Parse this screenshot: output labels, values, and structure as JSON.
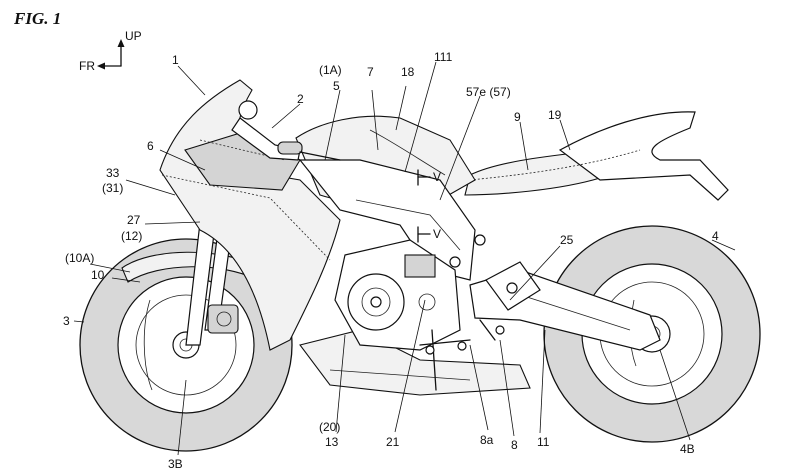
{
  "figure": {
    "title": "FIG. 1",
    "dir_up": "UP",
    "dir_fr": "FR"
  },
  "labels": {
    "l1": "1",
    "l2": "2",
    "l1A": "(1A)",
    "l5": "5",
    "l7": "7",
    "l18": "18",
    "l111": "111",
    "l57e": "57e (57)",
    "l9": "9",
    "l19": "19",
    "l6": "6",
    "l33": "33",
    "l31": "(31)",
    "lV1": "V",
    "lV2": "V",
    "l27": "27",
    "l12": "(12)",
    "l10A": "(10A)",
    "l10": "10",
    "l25": "25",
    "l4": "4",
    "l3": "3",
    "l3B": "3B",
    "l4B": "4B",
    "l20": "(20)",
    "l13": "13",
    "l21": "21",
    "l8a": "8a",
    "l8": "8",
    "l11": "11"
  },
  "colors": {
    "line": "#111111",
    "tire_fill": "#d8d8d8",
    "background": "#ffffff"
  }
}
